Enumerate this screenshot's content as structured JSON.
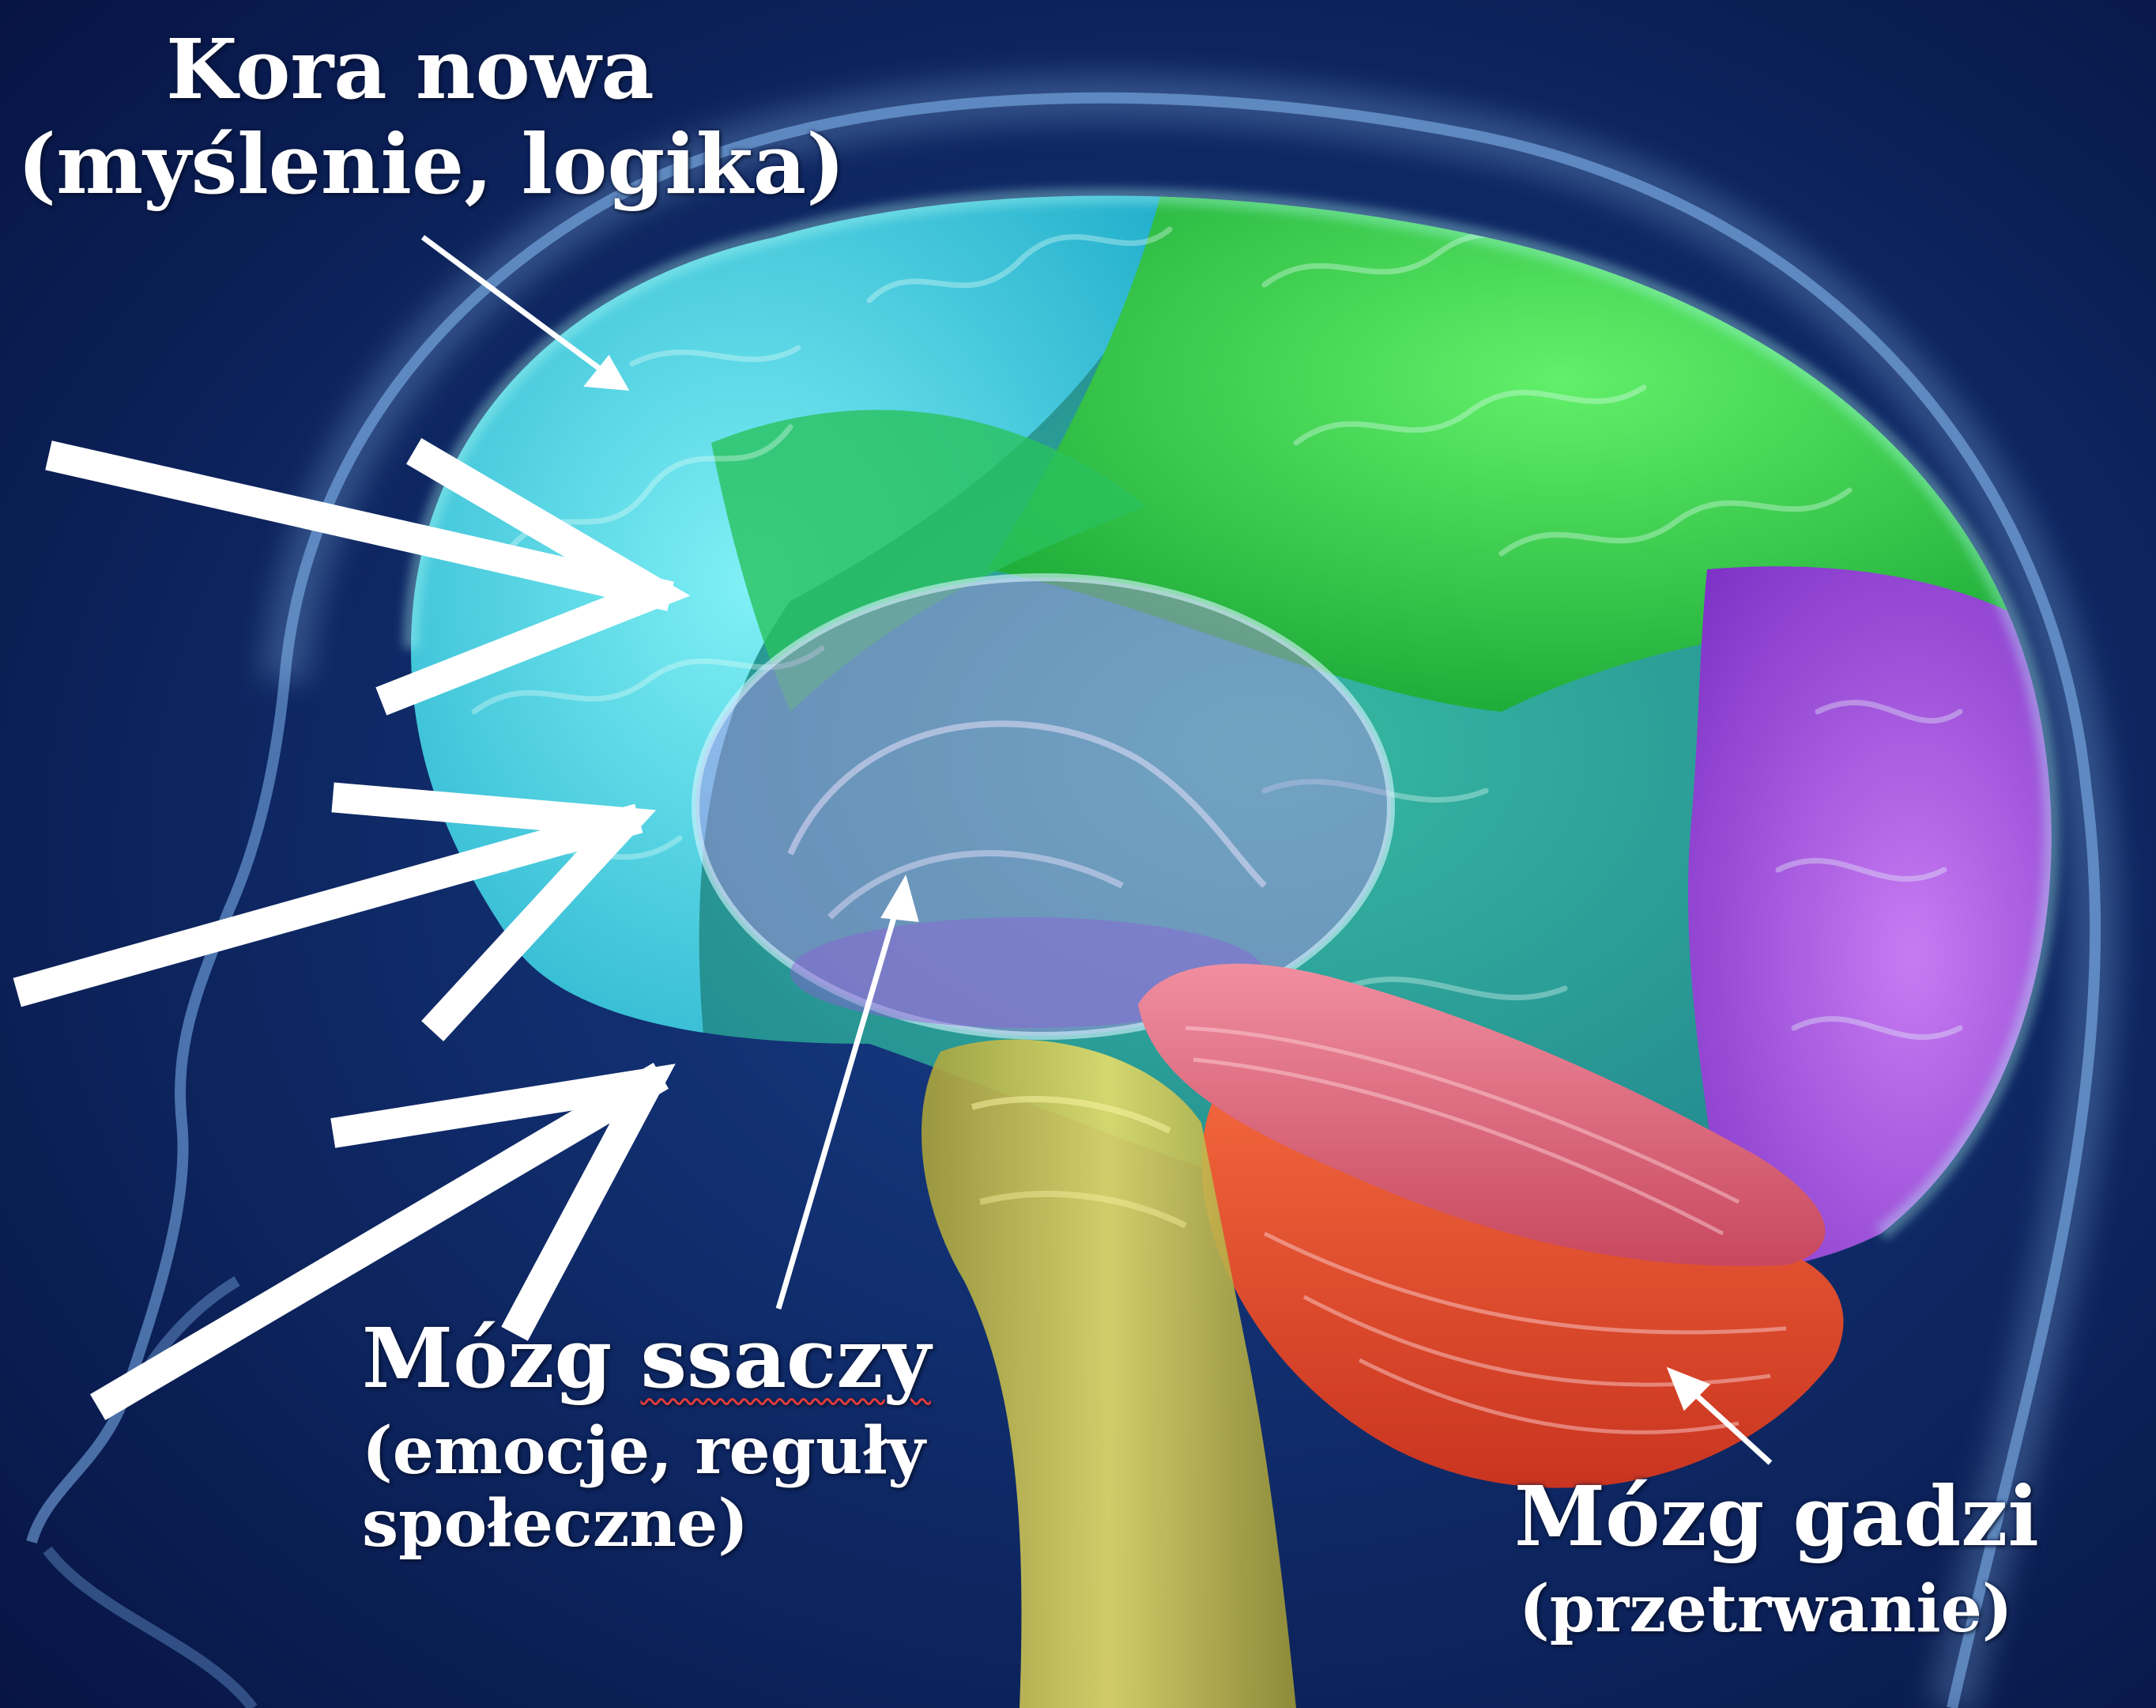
{
  "labels": {
    "neocortex": {
      "title": "Kora nowa",
      "subtitle": "(myślenie, logika)"
    },
    "mammalian": {
      "title_word1": "Mózg",
      "title_word2": "ssaczy",
      "line2": "(emocje, reguły",
      "line3": "społeczne)"
    },
    "reptilian": {
      "title": "Mózg gadzi",
      "subtitle": "(przetrwanie)"
    }
  },
  "colors": {
    "background": "#0a1f55",
    "neocortex_front": "#3fd3e6",
    "neocortex_top": "#2ed248",
    "parietal_occipital": "#a44ee0",
    "limbic": "#b98ae6",
    "cerebellum_upper": "#e8647a",
    "cerebellum_lower": "#ef4a30",
    "brainstem": "#d8cf5a",
    "label_text": "#ffffff",
    "spellcheck_underline": "#e23b3b"
  }
}
